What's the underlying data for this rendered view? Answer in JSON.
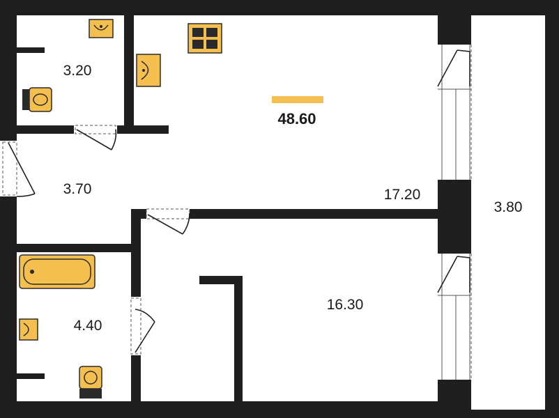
{
  "plan": {
    "total_area": "48.60",
    "accent_color": "#f4bf4f",
    "wall_color": "#1f1f1f",
    "rooms": {
      "wc": "3.20",
      "hall": "3.70",
      "bathroom": "4.40",
      "kitchen_living": "17.20",
      "bedroom": "16.30",
      "balcony": "3.80"
    }
  }
}
